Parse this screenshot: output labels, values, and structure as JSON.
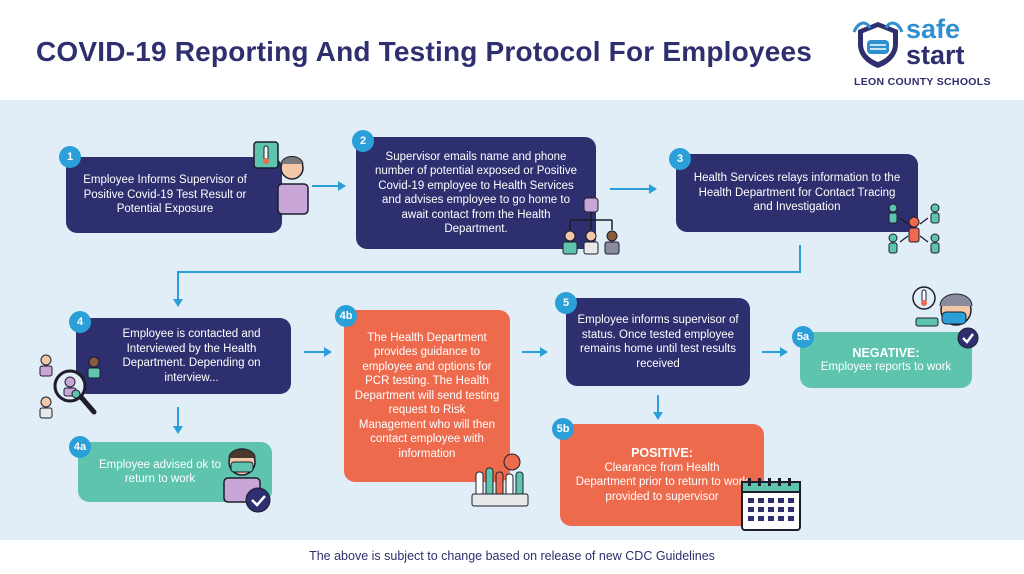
{
  "header": {
    "title": "COVID-19 Reporting And Testing Protocol For Employees",
    "logo": {
      "word1": "safe",
      "word2": "start",
      "subtitle": "LEON COUNTY SCHOOLS"
    }
  },
  "steps": {
    "s1": {
      "badge": "1",
      "text": "Employee Informs Supervisor of Positive Covid-19 Test Result or Potential Exposure"
    },
    "s2": {
      "badge": "2",
      "text": "Supervisor emails name and phone number of potential exposed or Positive Covid-19 employee to Health Services and advises employee to go home to await contact from the Health Department."
    },
    "s3": {
      "badge": "3",
      "text": "Health Services relays information to the Health Department for Contact Tracing and Investigation"
    },
    "s4": {
      "badge": "4",
      "text": "Employee is contacted and Interviewed by the Health Department. Depending on interview..."
    },
    "s4a": {
      "badge": "4a",
      "text": "Employee advised ok to return to work"
    },
    "s4b": {
      "badge": "4b",
      "text": "The Health Department provides guidance to employee and options for PCR testing. The Health Department will send testing request to Risk Management who will then contact employee with information"
    },
    "s5": {
      "badge": "5",
      "text": "Employee informs supervisor of status. Once tested employee remains home until test results received"
    },
    "s5a": {
      "badge": "5a",
      "heading": "NEGATIVE:",
      "text": "Employee reports to work"
    },
    "s5b": {
      "badge": "5b",
      "heading": "POSITIVE:",
      "text": "Clearance from Health Department prior to return to work provided to supervisor"
    }
  },
  "footer": {
    "note": "The above is subject to change based on release of new CDC Guidelines"
  },
  "colors": {
    "navy": "#2e2f6e",
    "teal": "#5ec4ad",
    "coral": "#ee6a4d",
    "badge": "#2a9fd8",
    "arrow": "#2a9fd8",
    "panel": "#e2eef7"
  },
  "icons": [
    "thermometer-sick-person-icon",
    "org-chart-icon",
    "contact-tracing-icon",
    "magnifier-people-icon",
    "masked-person-check-icon",
    "lab-test-tubes-icon",
    "temperature-check-icon",
    "calendar-icon",
    "shield-mask-logo-icon"
  ]
}
